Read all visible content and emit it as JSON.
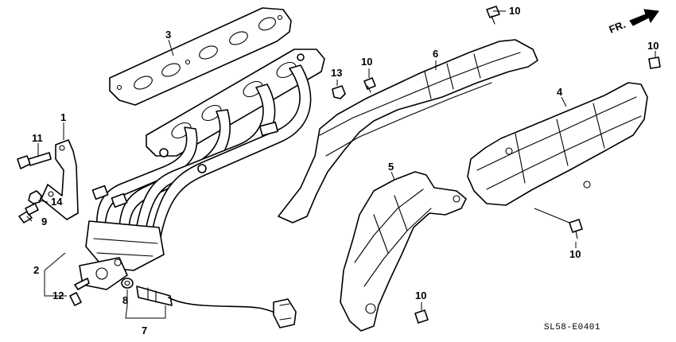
{
  "direction_label": "FR.",
  "diagram_code": "SL58-E0401",
  "callouts": {
    "n1": "1",
    "n2": "2",
    "n3": "3",
    "n4": "4",
    "n5": "5",
    "n6": "6",
    "n7": "7",
    "n8": "8",
    "n9": "9",
    "n10_top": "10",
    "n10_right": "10",
    "n10_mid": "10",
    "n10_lower_right": "10",
    "n10_bottom": "10",
    "n11": "11",
    "n12": "12",
    "n13": "13",
    "n14": "14"
  }
}
